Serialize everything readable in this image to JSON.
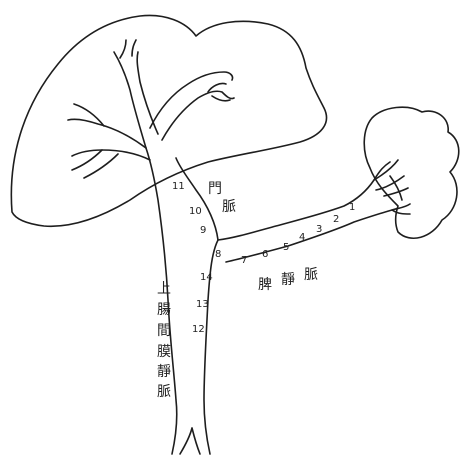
{
  "labels": {
    "portal_vein": [
      "門",
      "脈"
    ],
    "splenic_vein": [
      "脾",
      "靜",
      "脈"
    ],
    "smv": [
      "上",
      "腸",
      "間",
      "膜",
      "靜",
      "脈"
    ]
  },
  "numbers": [
    "1",
    "2",
    "3",
    "4",
    "5",
    "6",
    "7",
    "8",
    "9",
    "10",
    "11",
    "12",
    "13",
    "14"
  ]
}
